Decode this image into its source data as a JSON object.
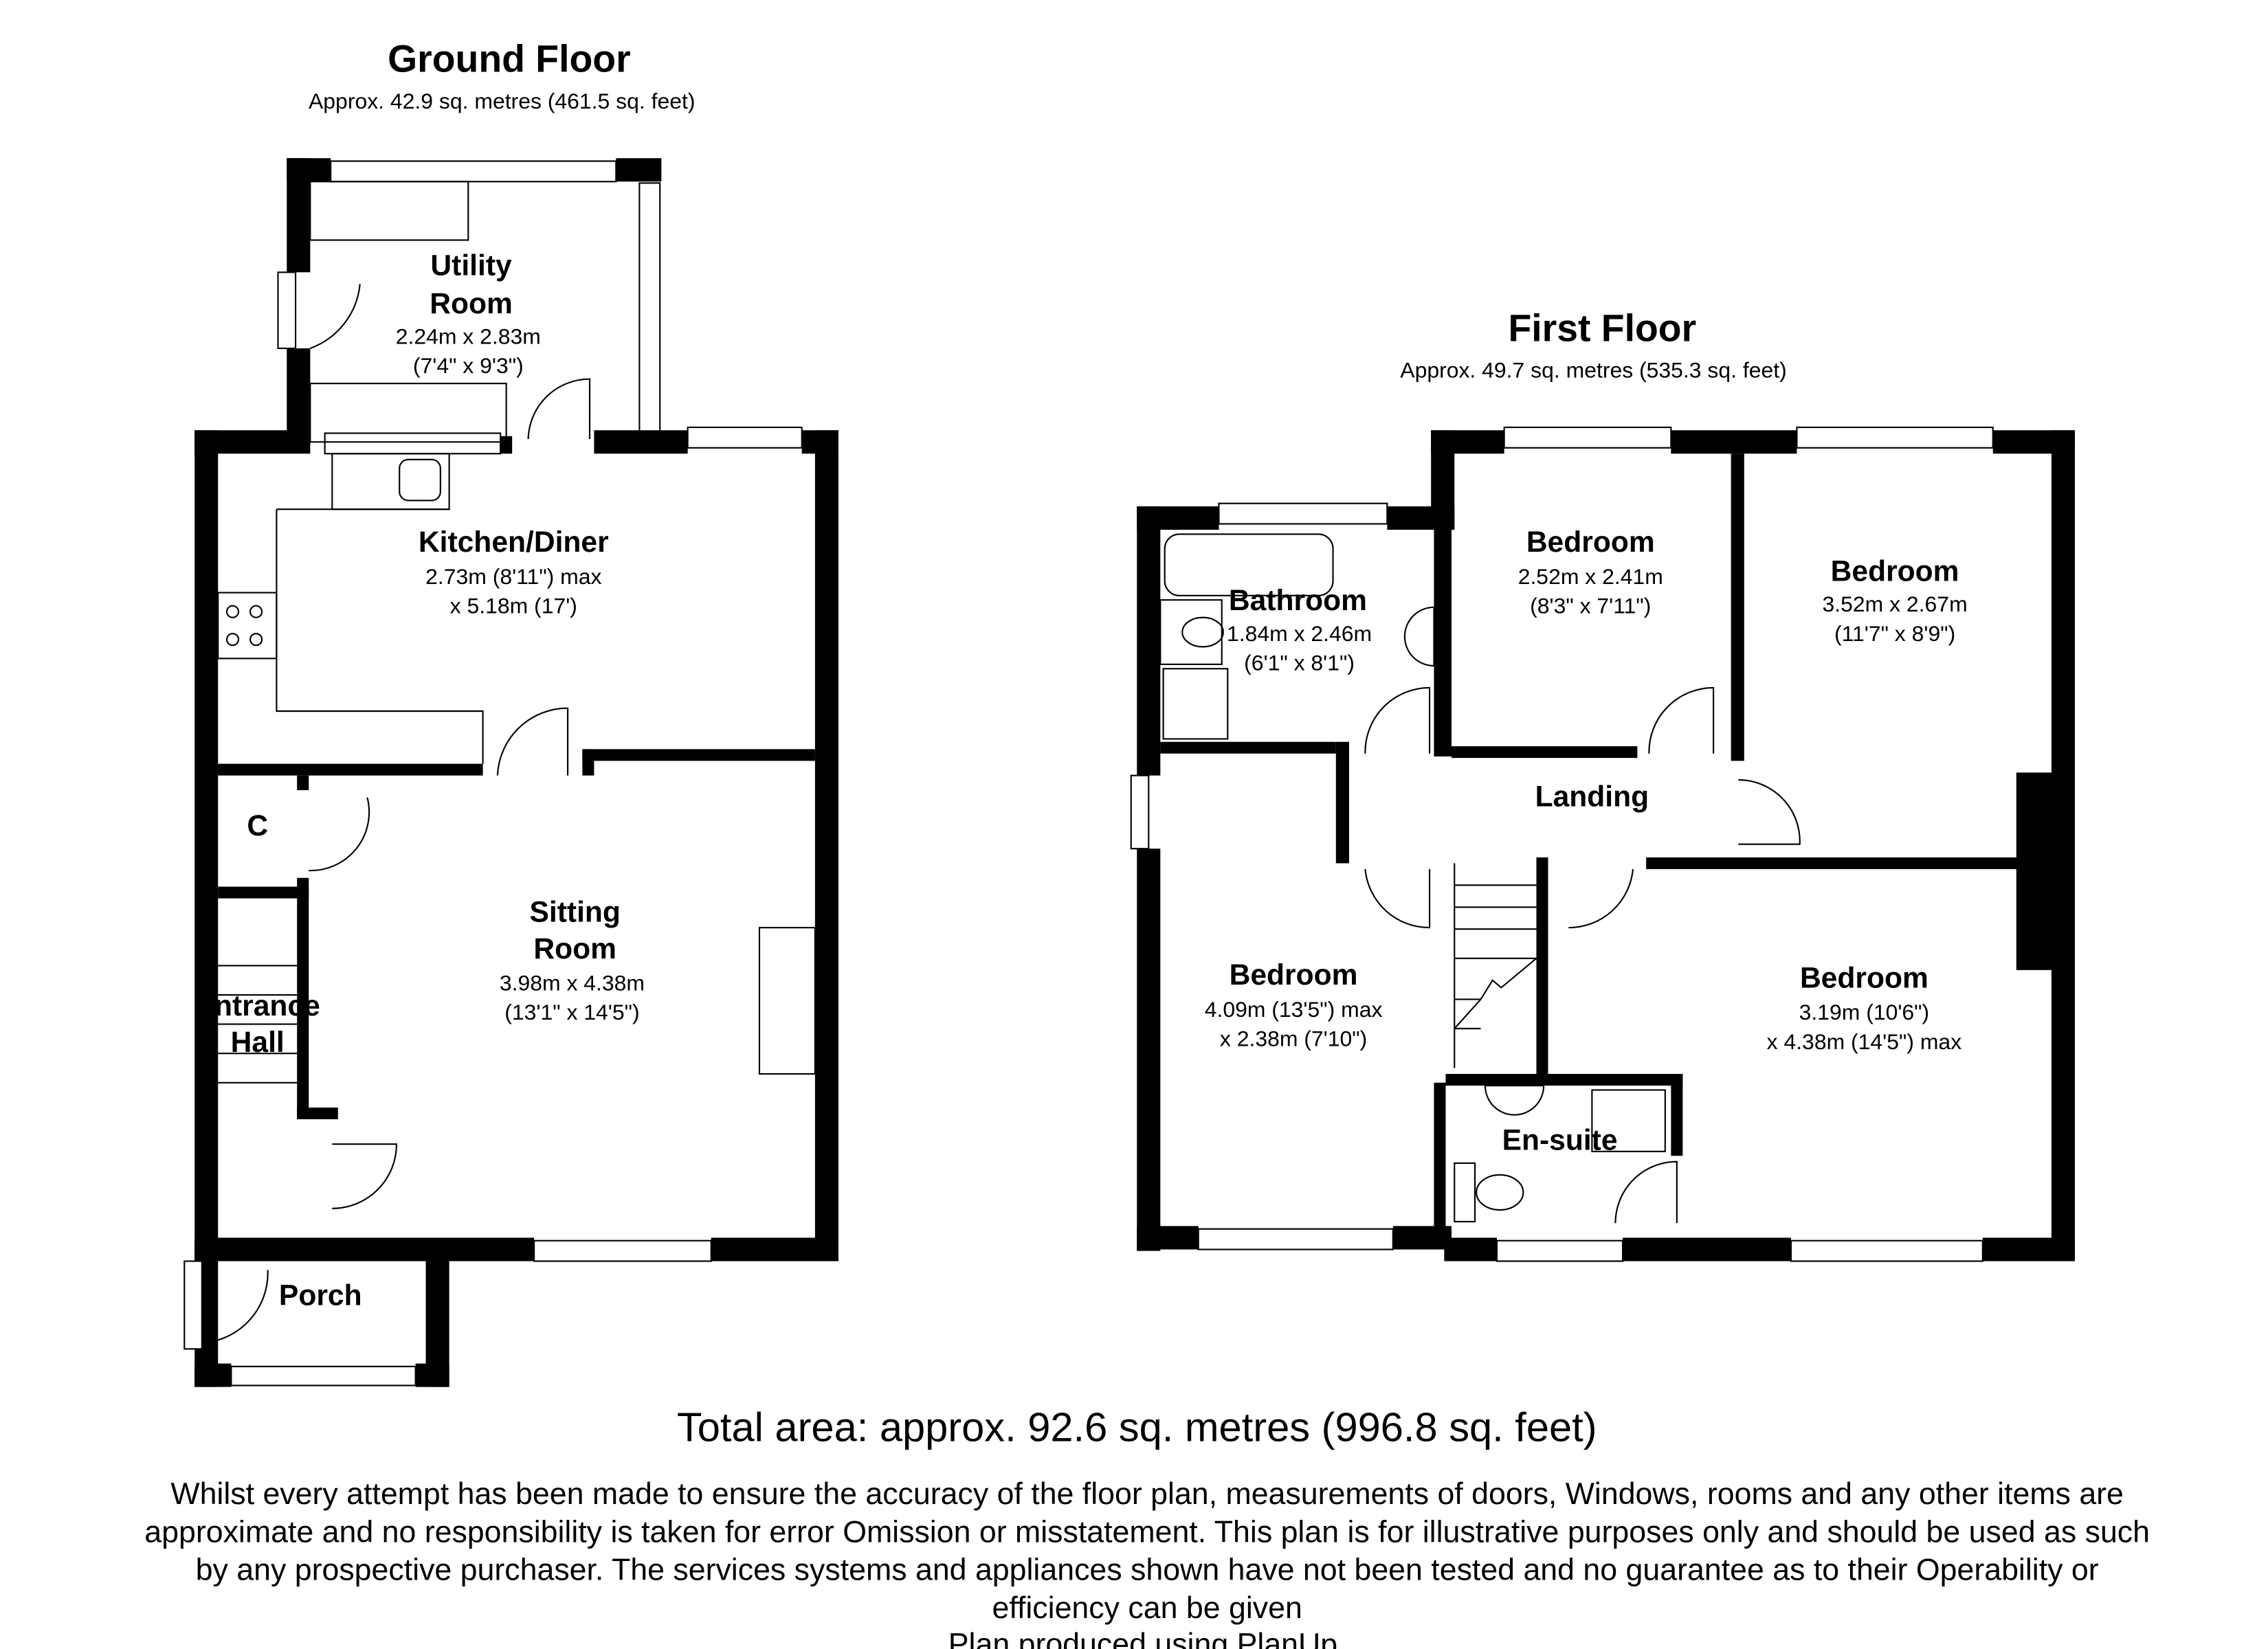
{
  "ground_floor": {
    "title": "Ground Floor",
    "area": "Approx. 42.9 sq. metres (461.5 sq. feet)",
    "rooms": [
      {
        "name": "Utility",
        "name2": "Room",
        "dim1": "2.24m x 2.83m",
        "dim2": "(7'4\" x 9'3\")"
      },
      {
        "name": "Kitchen/Diner",
        "dim1": "2.73m (8'11\") max",
        "dim2": "x 5.18m (17')"
      },
      {
        "name": "C"
      },
      {
        "name": "Sitting",
        "name2": "Room",
        "dim1": "3.98m x 4.38m",
        "dim2": "(13'1\" x 14'5\")"
      },
      {
        "name": "Entrance",
        "name2": "Hall"
      },
      {
        "name": "Porch"
      }
    ]
  },
  "first_floor": {
    "title": "First Floor",
    "area": "Approx. 49.7 sq. metres (535.3 sq. feet)",
    "rooms": [
      {
        "name": "Bathroom",
        "dim1": "1.84m x 2.46m",
        "dim2": "(6'1\" x 8'1\")"
      },
      {
        "name": "Bedroom",
        "dim1": "2.52m x 2.41m",
        "dim2": "(8'3\" x 7'11\")"
      },
      {
        "name": "Bedroom",
        "dim1": "3.52m x 2.67m",
        "dim2": "(11'7\" x 8'9\")"
      },
      {
        "name": "Landing"
      },
      {
        "name": "Bedroom",
        "dim1": "4.09m (13'5\") max",
        "dim2": "x 2.38m (7'10\")"
      },
      {
        "name": "Bedroom",
        "dim1": "3.19m (10'6\")",
        "dim2": "x 4.38m (14'5\") max"
      },
      {
        "name": "En-suite"
      }
    ]
  },
  "footer": {
    "total": "Total area: approx. 92.6 sq. metres (996.8 sq. feet)",
    "disclaimer": [
      "Whilst every attempt has been made to ensure the accuracy of the floor plan, measurements of doors, Windows, rooms and any other items are",
      "approximate and no responsibility is taken for error Omission or misstatement. This plan is for illustrative purposes only and should be used as such",
      "by any prospective purchaser. The services systems and appliances shown have not been tested and no guarantee as to their Operability or",
      "efficiency can be given"
    ],
    "credit": "Plan produced using PlanUp."
  }
}
